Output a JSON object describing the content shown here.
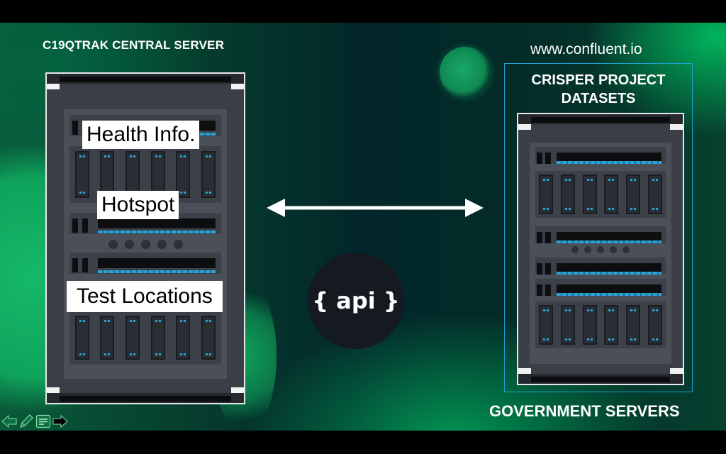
{
  "slide": {
    "left_title": "C19QTRAK CENTRAL SERVER",
    "url": "www.confluent.io",
    "dataset_title_line1": "CRISPER PROJECT",
    "dataset_title_line2": "DATASETS",
    "bottom_right_title": "GOVERNMENT SERVERS",
    "server_labels": [
      "Health Info.",
      "Hotspot",
      "Test Locations"
    ],
    "api_label": "{ api }",
    "connector": "bidirectional-arrow-icon"
  },
  "nav_controls": [
    {
      "name": "previous",
      "icon": "arrow-left-icon"
    },
    {
      "name": "annotate",
      "icon": "pencil-icon"
    },
    {
      "name": "notes",
      "icon": "notes-icon"
    },
    {
      "name": "next",
      "icon": "arrow-right-icon"
    }
  ],
  "colors": {
    "accent_green": "#0fa35b",
    "box_border": "#1aa3d8",
    "led_blue": "#2aa4d6",
    "api_bg": "#151a20"
  }
}
